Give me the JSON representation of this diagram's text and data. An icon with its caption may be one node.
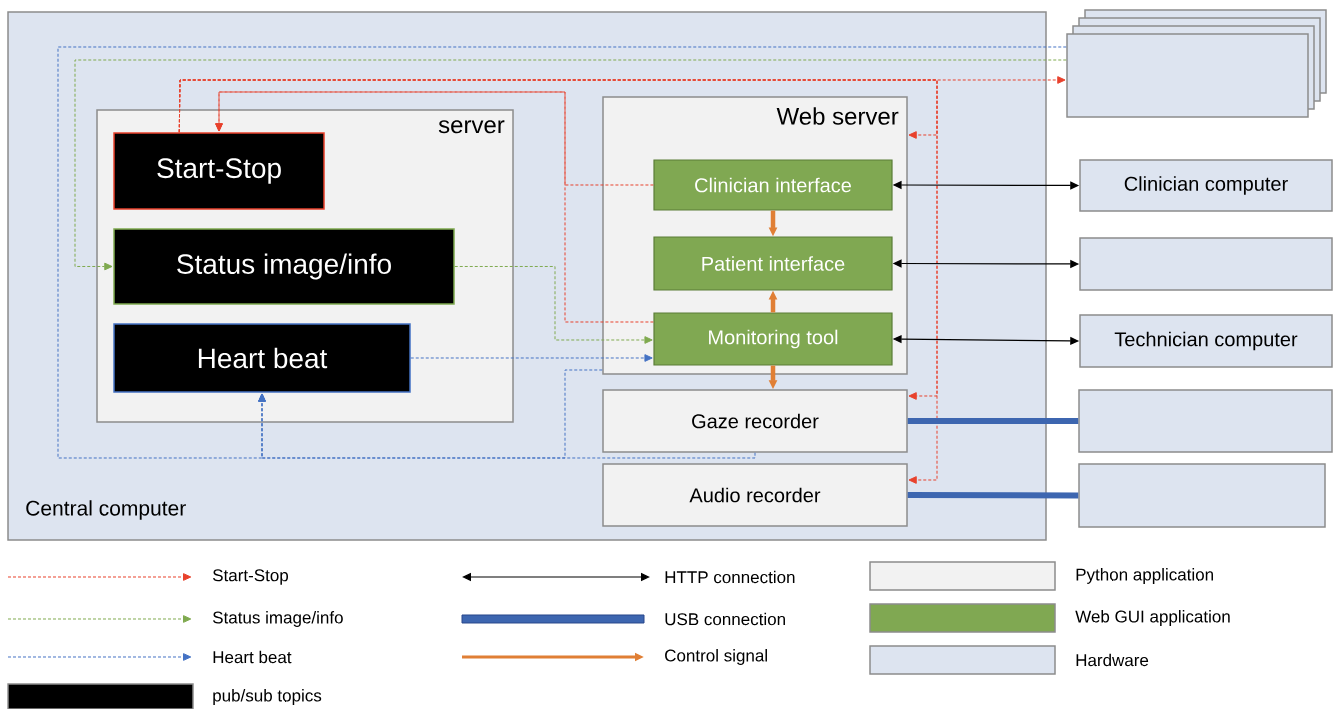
{
  "diagram": {
    "nodes": [
      {
        "text": [
          "Central computer"
        ]
      },
      {
        "text": [
          "server"
        ],
        "in": 0
      },
      {
        "text": [
          "Start-Stop"
        ],
        "in": 1
      },
      {
        "text": [
          "Status image/info"
        ],
        "in": 1
      },
      {
        "text": [
          "Heart beat"
        ],
        "in": 1
      },
      {
        "text": [
          "Web server"
        ],
        "in": 0
      },
      {
        "text": [
          "Clinician interface"
        ],
        "in": 5
      },
      {
        "text": [
          "Patient interface"
        ],
        "in": 5
      },
      {
        "text": [
          "Monitoring tool"
        ],
        "in": 5
      },
      {
        "text": [
          "Gaze recorder"
        ],
        "in": 0
      },
      {
        "text": [
          "Audio recorder"
        ],
        "in": 0
      },
      {
        "text": [],
        "shape": "box"
      },
      {
        "text": [
          "Clinician computer"
        ]
      },
      {
        "text": [],
        "shape": "box"
      },
      {
        "text": [
          "Technician computer"
        ]
      },
      {
        "text": [],
        "shape": "box"
      },
      {
        "text": [],
        "shape": "box"
      }
    ],
    "edges": [
      {
        "from": 2,
        "to": 11,
        "arrow": "to",
        "style": "dashed",
        "color": "#e8412c"
      },
      {
        "from": 2,
        "to": 5,
        "arrow": "to",
        "style": "dashed",
        "color": "#e8412c"
      },
      {
        "from": 2,
        "to": 9,
        "arrow": "to",
        "style": "dashed",
        "color": "#e8412c"
      },
      {
        "from": 2,
        "to": 10,
        "arrow": "to",
        "style": "dashed",
        "color": "#e8412c"
      },
      {
        "from": 6,
        "to": 2,
        "arrow": "to",
        "style": "dashed",
        "color": "#e8412c"
      },
      {
        "from": 8,
        "to": 2,
        "arrow": "to",
        "style": "dashed",
        "color": "#e8412c"
      },
      {
        "from": 11,
        "to": 3,
        "arrow": "to",
        "style": "dashed",
        "color": "#7faa4f"
      },
      {
        "from": 3,
        "to": 8,
        "arrow": "to",
        "style": "dashed",
        "color": "#7faa4f"
      },
      {
        "from": 11,
        "to": 4,
        "arrow": "to",
        "style": "dashed",
        "color": "#4472c4"
      },
      {
        "from": 5,
        "to": 4,
        "arrow": "to",
        "style": "dashed",
        "color": "#4472c4"
      },
      {
        "from": 9,
        "to": 4,
        "arrow": "to",
        "style": "dashed",
        "color": "#4472c4"
      },
      {
        "from": 4,
        "to": 8,
        "arrow": "to",
        "style": "dashed",
        "color": "#4472c4"
      },
      {
        "from": 6,
        "to": 12,
        "arrow": "both",
        "color": "#000000"
      },
      {
        "from": 7,
        "to": 13,
        "arrow": "both",
        "color": "#000000"
      },
      {
        "from": 8,
        "to": 14,
        "arrow": "both",
        "color": "#000000"
      },
      {
        "from": 6,
        "to": 7,
        "arrow": "to",
        "style": "thick",
        "color": "#e07f35"
      },
      {
        "from": 8,
        "to": 7,
        "arrow": "to",
        "style": "thick",
        "color": "#e07f35"
      },
      {
        "from": 8,
        "to": 9,
        "arrow": "to",
        "style": "thick",
        "color": "#e07f35"
      },
      {
        "from": 9,
        "to": 15,
        "arrow": "none",
        "style": "thick",
        "color": "#3d66b0"
      },
      {
        "from": 10,
        "to": 16,
        "arrow": "none",
        "style": "thick",
        "color": "#3d66b0"
      }
    ],
    "legend": [
      {
        "text": "Start-Stop"
      },
      {
        "text": "Status image/info"
      },
      {
        "text": "Heart beat"
      },
      {
        "text": "pub/sub topics",
        "color": "#000000"
      },
      {
        "text": "HTTP connection"
      },
      {
        "text": "USB connection"
      },
      {
        "text": "Control signal"
      },
      {
        "text": "Python application",
        "color": "#f2f2f2"
      },
      {
        "text": "Web GUI application",
        "color": "#80a852"
      },
      {
        "text": "Hardware",
        "color": "#dde4f0"
      }
    ]
  }
}
